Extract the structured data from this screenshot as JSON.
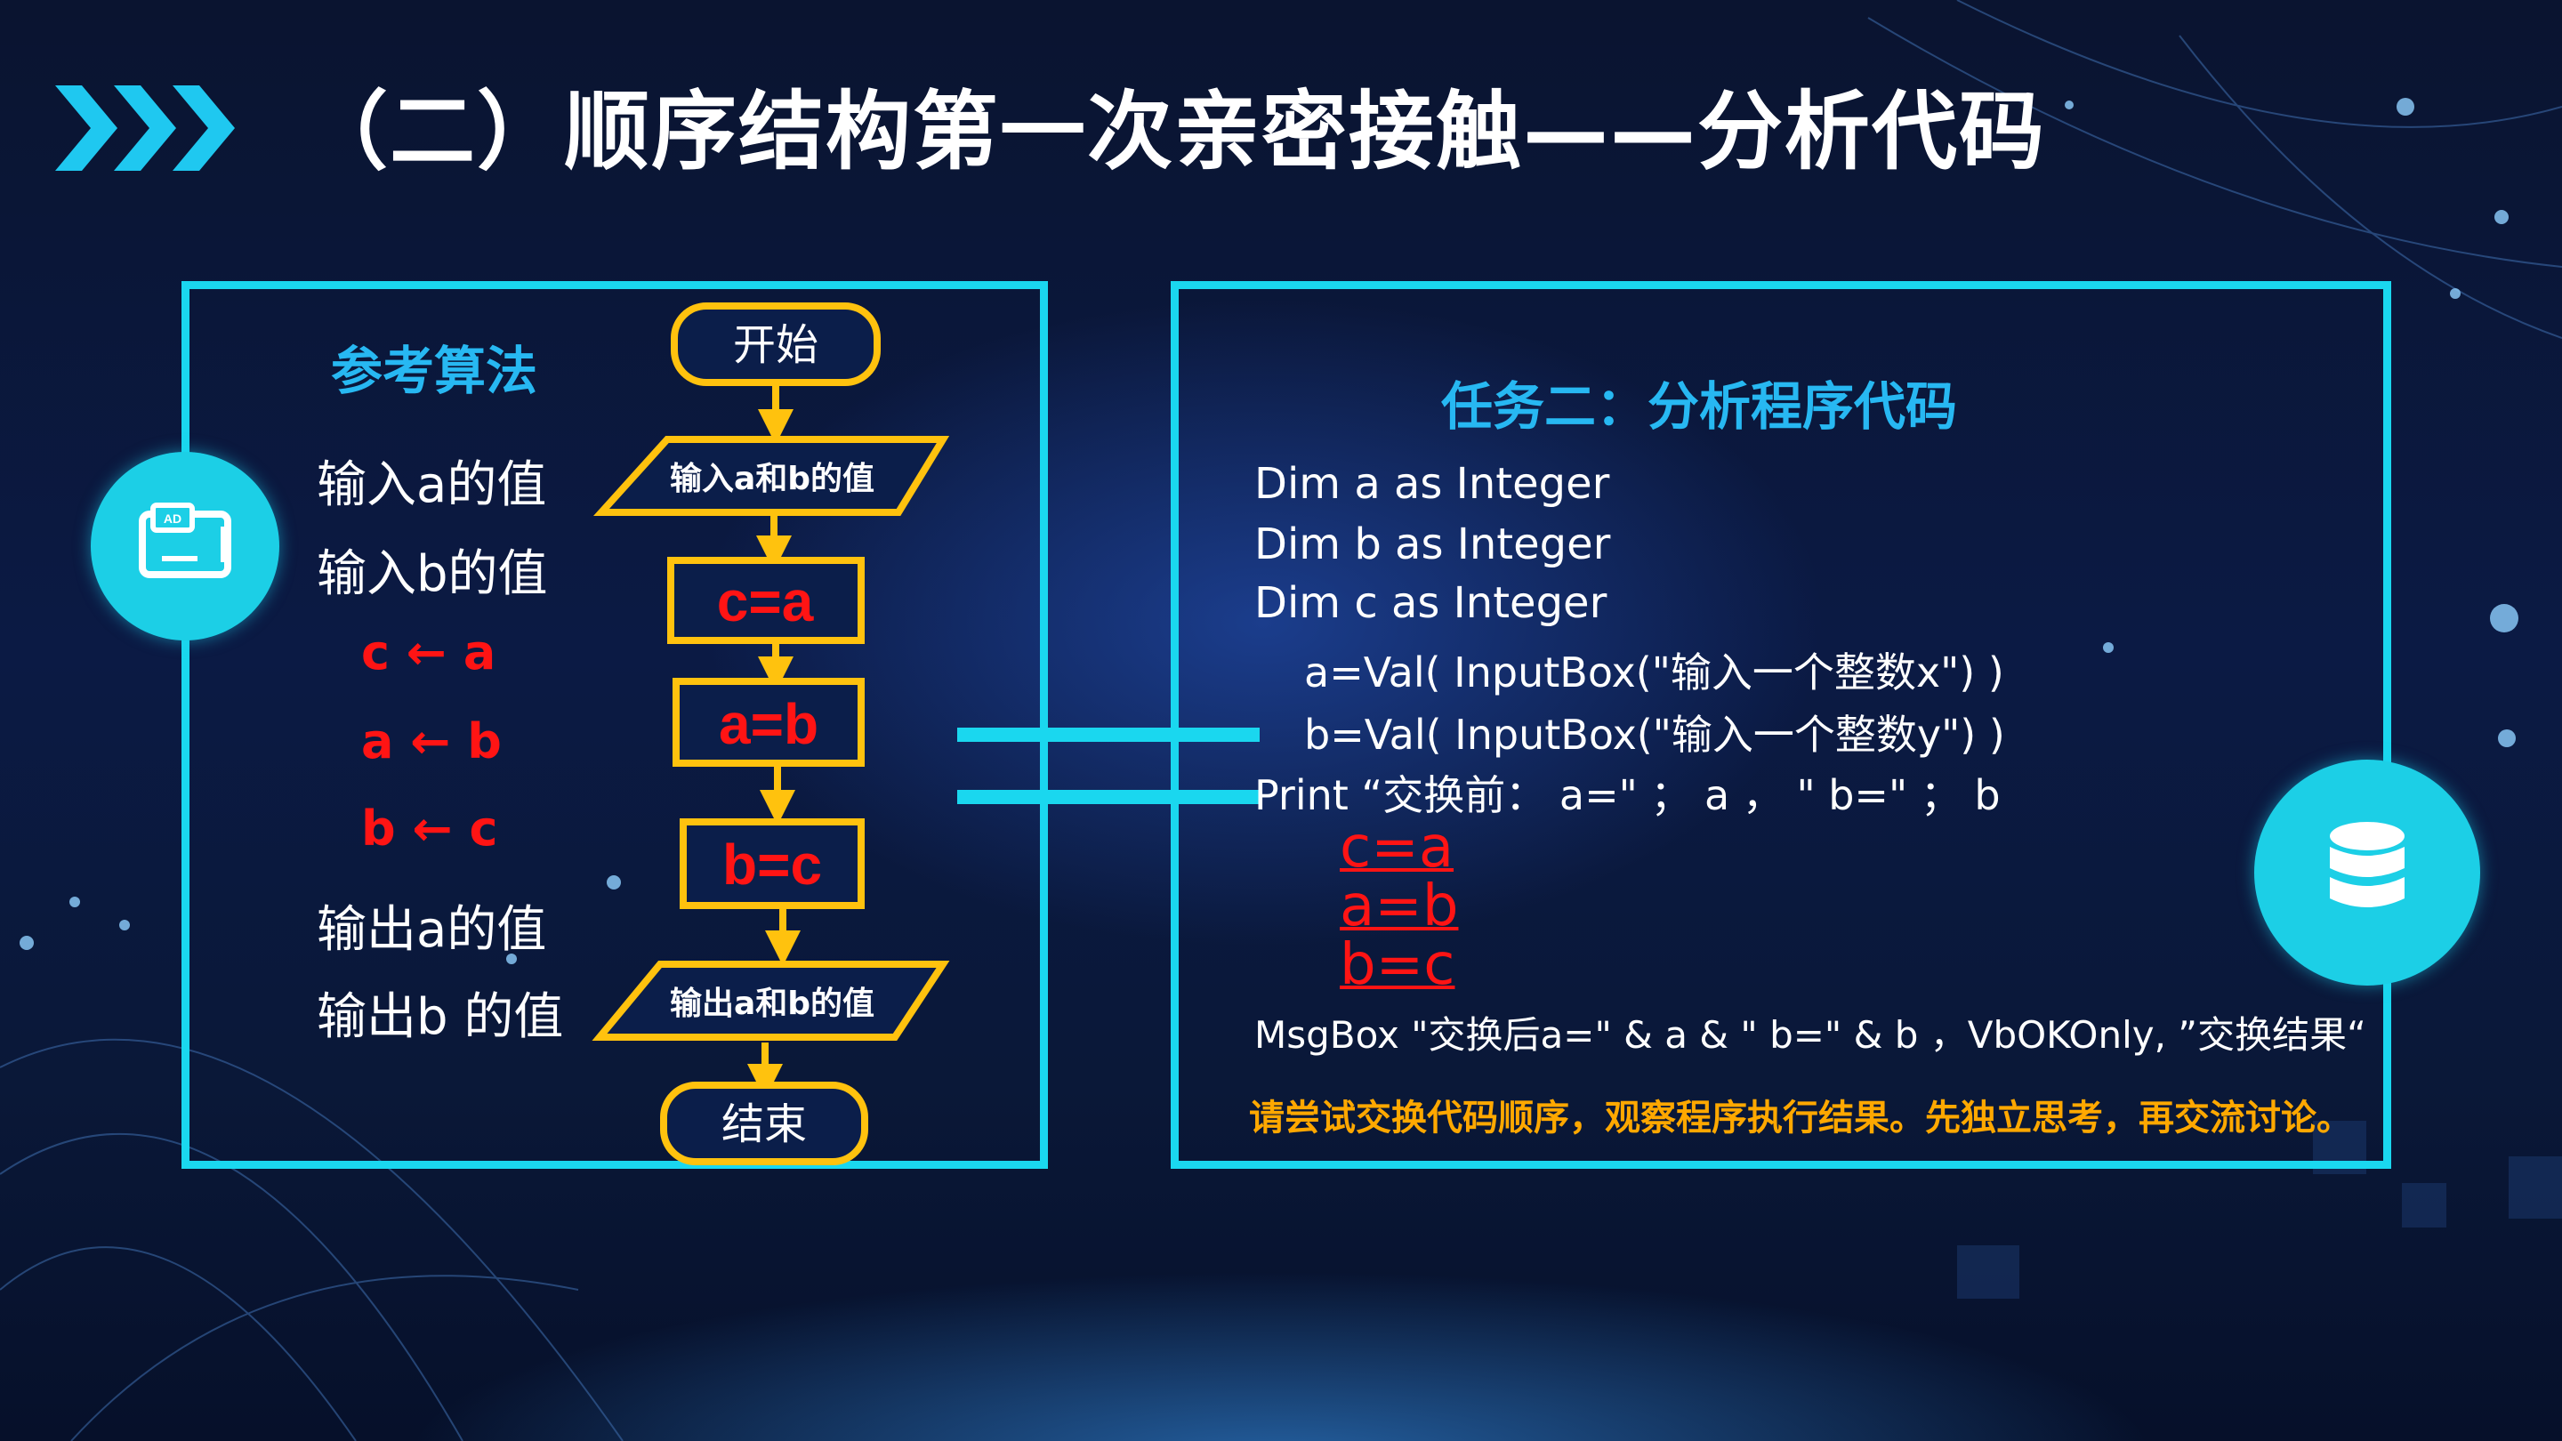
{
  "slide": {
    "title": "（二）顺序结构第一次亲密接触——分析代码"
  },
  "icons": {
    "title_marker": "chevron-right-triple-icon",
    "left_badge": "ad-screen-icon",
    "right_badge": "database-icon"
  },
  "colors": {
    "accent": "#1ad7ef",
    "heading": "#27b8f2",
    "flow_border": "#ffc20e",
    "flow_text_red": "#ff1414",
    "note": "#ffa800"
  },
  "left_panel": {
    "heading": "参考算法",
    "steps": [
      "输入a的值",
      "输入b的值",
      "c ← a",
      "a ← b",
      "b ← c",
      "输出a的值",
      "输出b 的值"
    ],
    "flowchart": {
      "start": "开始",
      "input": "输入a和b的值",
      "assign1": "c=a",
      "assign2": "a=b",
      "assign3": "b=c",
      "output": "输出a和b的值",
      "end": "结束"
    }
  },
  "right_panel": {
    "heading": "任务二：分析程序代码",
    "code_lines": [
      "Dim a as Integer",
      "Dim b as Integer",
      "Dim c as Integer",
      "a=Val( InputBox(\"输入一个整数x\") )",
      "b=Val( InputBox(\"输入一个整数y\") )",
      "Print  “交换前： a=\" ； a ，  \" b=\" ； b"
    ],
    "red_lines": [
      "c=a",
      "a=b",
      "b=c"
    ],
    "msgbox_line": "MsgBox  \"交换后a=\" & a & \" b=\" & b  ，VbOKOnly, ”交换结果“",
    "note": "请尝试交换代码顺序，观察程序执行结果。先独立思考，再交流讨论。"
  }
}
